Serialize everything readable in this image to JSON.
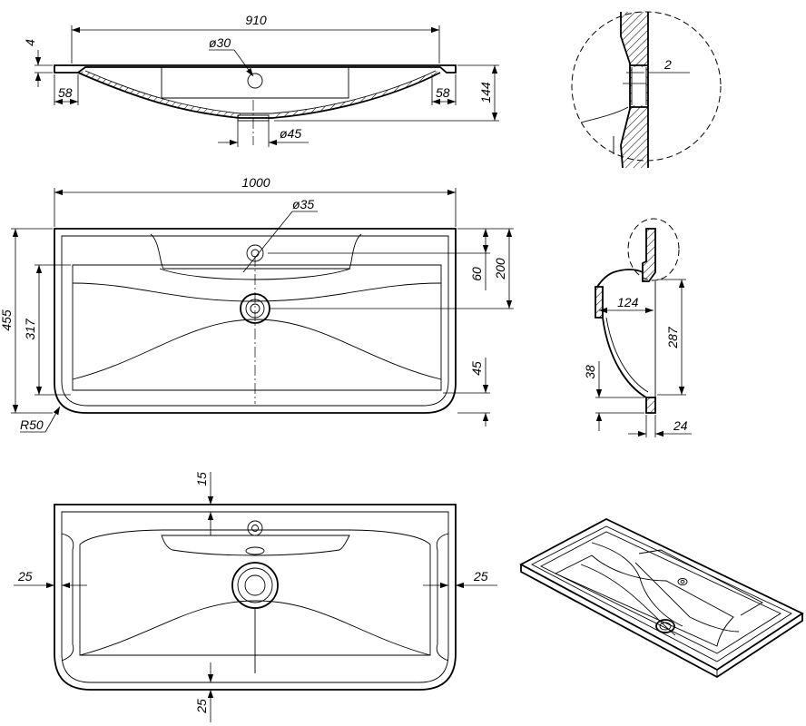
{
  "drawing": {
    "side_view": {
      "overall_width": "910",
      "rim_thickness": "4",
      "tap_hole": "ø30",
      "drain_hole": "ø45",
      "edge_left": "58",
      "edge_right": "58",
      "height": "144"
    },
    "detail": {
      "wall": "2"
    },
    "top_view": {
      "width": "1000",
      "tap_hole": "ø35",
      "depth": "455",
      "inner_depth": "317",
      "corner_radius": "R50",
      "tap_offset": "60",
      "drain_offset": "200",
      "front_edge": "45"
    },
    "section_view": {
      "basin_offset": "124",
      "basin_height": "287",
      "base_height": "38",
      "rim_width": "24"
    },
    "underside_view": {
      "top_margin": "15",
      "left_margin": "25",
      "right_margin": "25",
      "bottom_margin": "25"
    }
  }
}
